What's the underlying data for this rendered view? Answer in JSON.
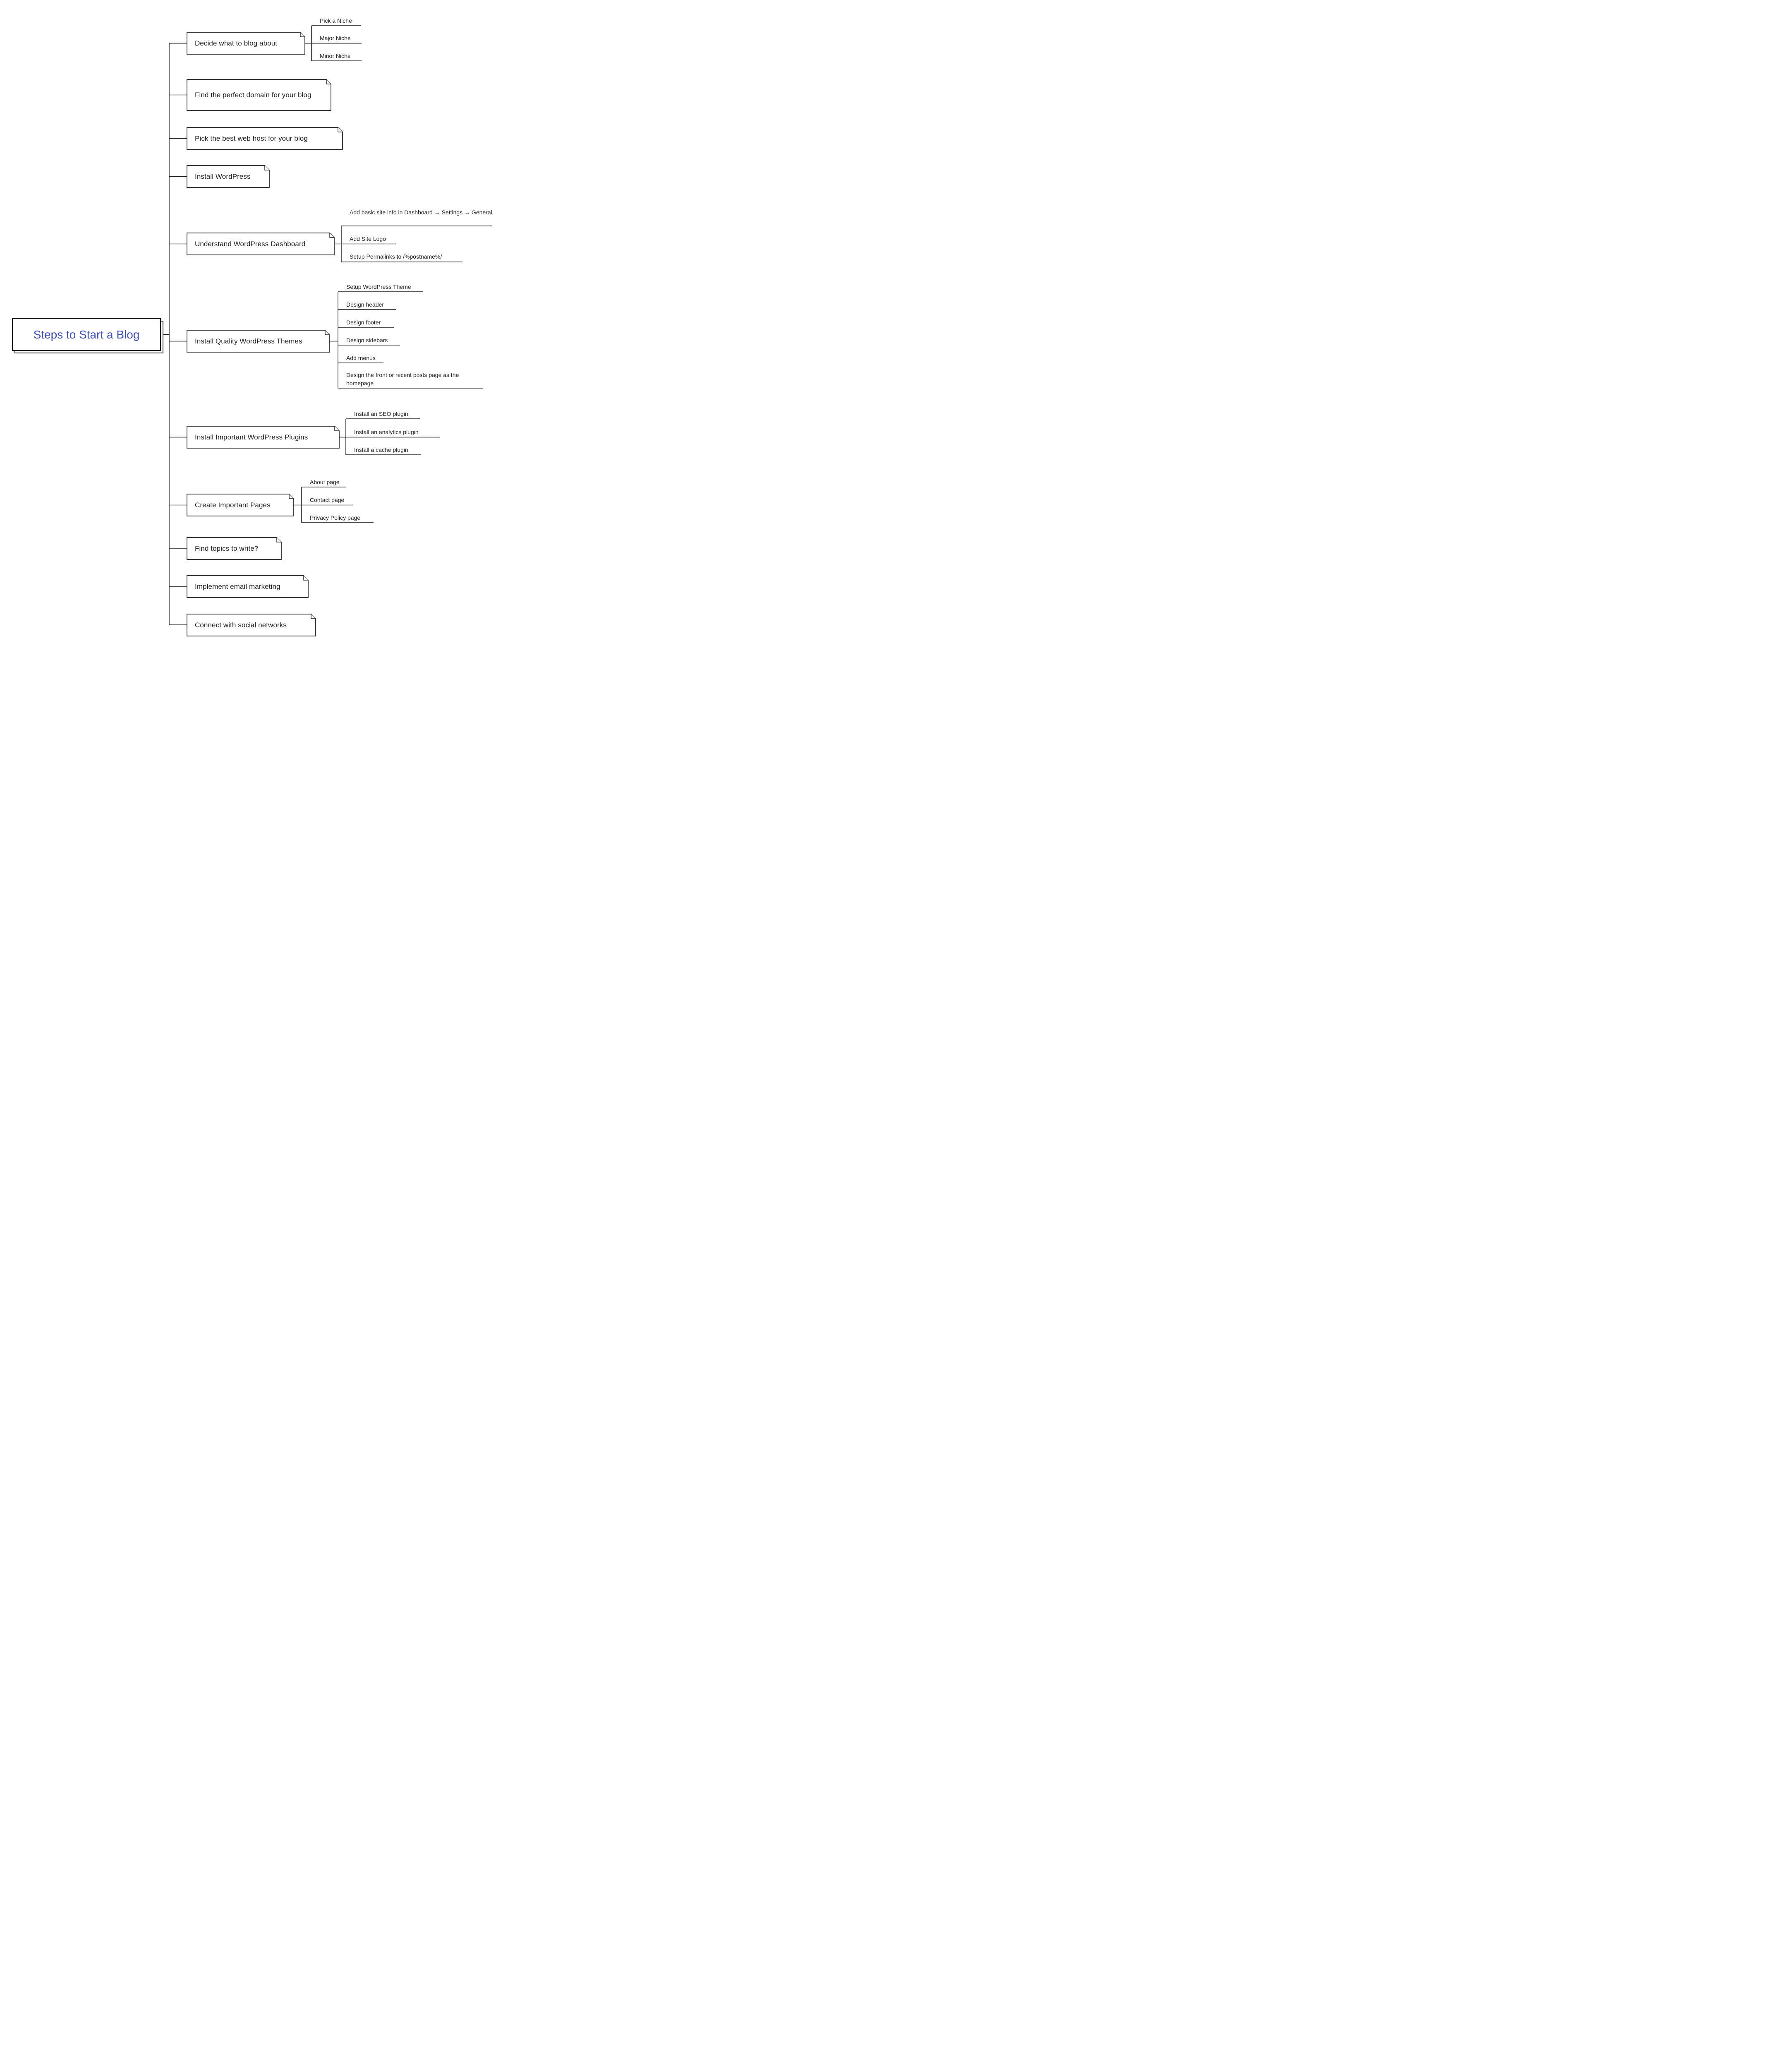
{
  "title": "Steps to Start a Blog mind map",
  "palette": {
    "line_color": "#1a1a1a",
    "text_color": "#1f1f1f",
    "root_text_color": "#3C4CB0",
    "background": "#ffffff"
  },
  "root": {
    "label": "Steps to Start a Blog"
  },
  "branches": [
    {
      "label": "Decide what to blog about",
      "children": [
        "Pick a Niche",
        "Major Niche",
        "Minor Niche"
      ]
    },
    {
      "label": "Find the perfect domain for your blog",
      "children": []
    },
    {
      "label": "Pick the best web host for your blog",
      "children": []
    },
    {
      "label": "Install WordPress",
      "children": []
    },
    {
      "label": "Understand WordPress Dashboard",
      "children": [
        "Add basic site info in Dashboard → Settings → General",
        "Add Site Logo",
        "Setup Permalinks to /%postname%/"
      ]
    },
    {
      "label": "Install Quality WordPress Themes",
      "children": [
        "Setup WordPress Theme",
        "Design header",
        "Design footer",
        "Design sidebars",
        "Add menus",
        "Design the front or recent posts page as the homepage"
      ]
    },
    {
      "label": "Install Important WordPress Plugins",
      "children": [
        "Install an SEO plugin",
        "Install an analytics plugin",
        "Install a cache plugin"
      ]
    },
    {
      "label": "Create Important Pages",
      "children": [
        "About page",
        "Contact page",
        "Privacy Policy page"
      ]
    },
    {
      "label": "Find topics to write?",
      "children": []
    },
    {
      "label": "Implement email marketing",
      "children": []
    },
    {
      "label": "Connect with social networks",
      "children": []
    }
  ]
}
